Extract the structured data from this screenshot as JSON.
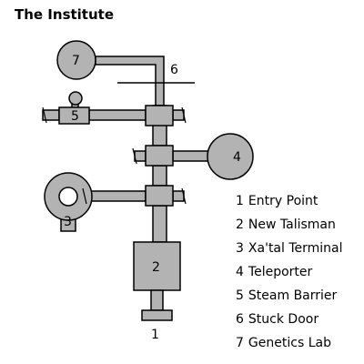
{
  "map": {
    "title": "The Institute",
    "room_fill": "#b3b3b3",
    "outline": "#000000",
    "markers": [
      {
        "id": "1",
        "label": "1"
      },
      {
        "id": "2",
        "label": "2"
      },
      {
        "id": "3",
        "label": "3"
      },
      {
        "id": "4",
        "label": "4"
      },
      {
        "id": "5",
        "label": "5"
      },
      {
        "id": "6",
        "label": "6"
      },
      {
        "id": "7",
        "label": "7"
      }
    ],
    "legend": [
      {
        "num": "1",
        "name": "Entry Point"
      },
      {
        "num": "2",
        "name": "New Talisman"
      },
      {
        "num": "3",
        "name": "Xa'tal Terminal"
      },
      {
        "num": "4",
        "name": "Teleporter"
      },
      {
        "num": "5",
        "name": "Steam Barrier"
      },
      {
        "num": "6",
        "name": "Stuck Door"
      },
      {
        "num": "7",
        "name": "Genetics Lab"
      }
    ]
  }
}
